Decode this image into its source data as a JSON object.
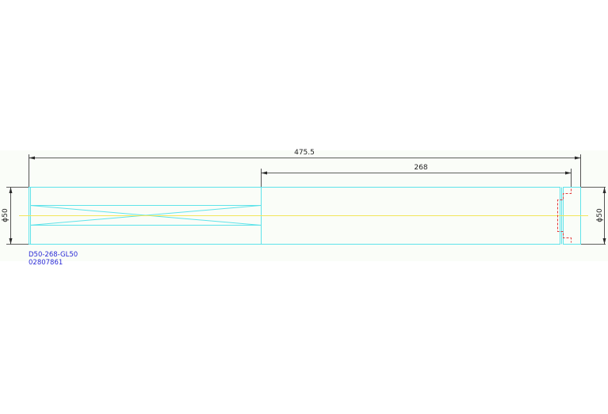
{
  "drawing": {
    "colors": {
      "outline": "#5fe3ea",
      "centerline": "#f2e65a",
      "hidden_detail": "#e23b3b",
      "dimension": "#2a2a2a",
      "label": "#2b2bd6",
      "band_background": "#fafdf8"
    },
    "dimensions": {
      "overall_length": "475.5",
      "sub_length": "268",
      "left_diameter": "ϕ50",
      "right_diameter": "ϕ50"
    },
    "part_label": {
      "line1": "D50-268-GL50",
      "line2": "02807861"
    }
  }
}
